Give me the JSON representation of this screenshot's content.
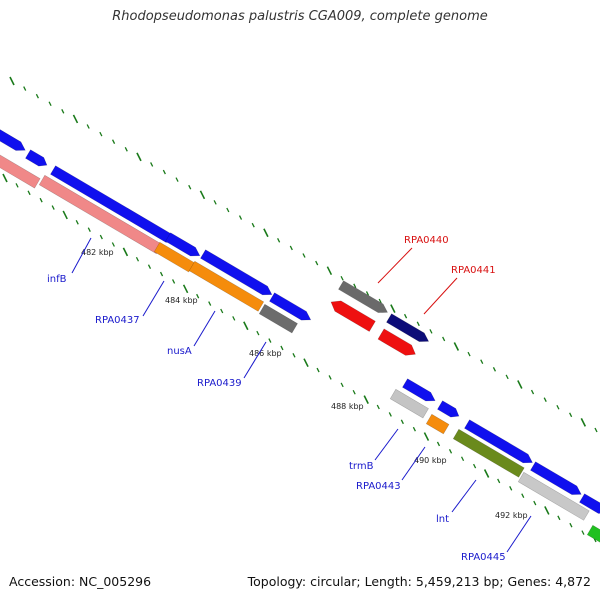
{
  "title": "Rhodopseudomonas palustris CGA009, complete genome",
  "footer": {
    "accession": "Accession: NC_005296",
    "stats": "Topology: circular; Length: 5,459,213 bp; Genes: 4,872"
  },
  "colors": {
    "backbone": "#8c8c8c",
    "tick": "#1a7a1a",
    "label_blue": "#1a1acc",
    "label_red": "#d81010"
  },
  "kbp_labels": [
    "482 kbp",
    "484 kbp",
    "486 kbp",
    "488 kbp",
    "490 kbp",
    "492 kbp"
  ],
  "gene_labels": [
    {
      "text": "infB",
      "color": "blue"
    },
    {
      "text": "RPA0437",
      "color": "blue"
    },
    {
      "text": "nusA",
      "color": "blue"
    },
    {
      "text": "RPA0439",
      "color": "blue"
    },
    {
      "text": "RPA0440",
      "color": "red"
    },
    {
      "text": "RPA0441",
      "color": "red"
    },
    {
      "text": "trmB",
      "color": "blue"
    },
    {
      "text": "RPA0443",
      "color": "blue"
    },
    {
      "text": "lnt",
      "color": "blue"
    },
    {
      "text": "RPA0445",
      "color": "blue"
    }
  ]
}
